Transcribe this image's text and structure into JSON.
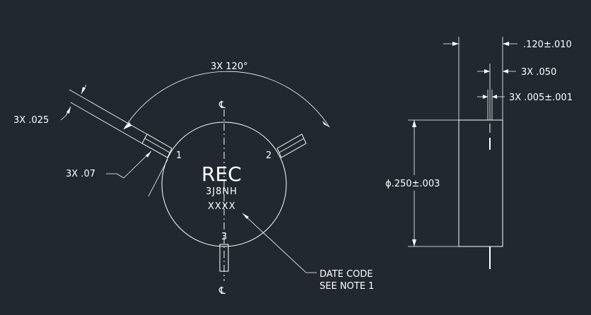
{
  "body": {
    "line1": "REC",
    "line2": "3J8NH",
    "line3": "XXXX"
  },
  "pins": [
    "1",
    "2",
    "3"
  ],
  "centerline_symbol": "℄",
  "dimensions": {
    "angle": "3X 120°",
    "lead_width": "3X .025",
    "lead_length": "3X .07",
    "body_thickness": ".120±.010",
    "lead_spacing": "3X .050",
    "lead_thickness": "3X .005±.001",
    "diameter": "ϕ.250±.003"
  },
  "callout": {
    "line1": "DATE CODE",
    "line2": "SEE NOTE 1"
  },
  "colors": {
    "background": "#212830",
    "lines": "#ffffff"
  }
}
